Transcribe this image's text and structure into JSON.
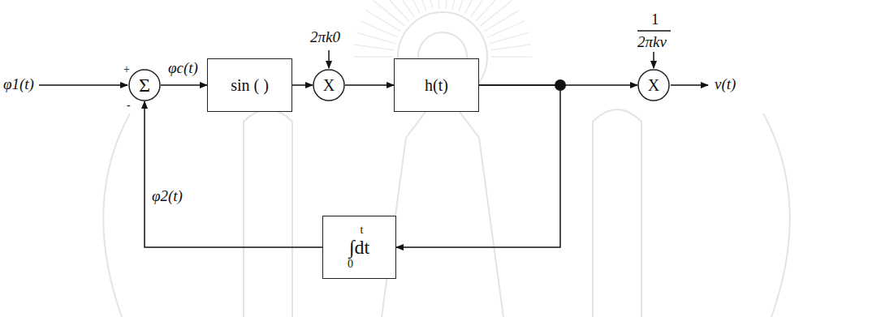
{
  "diagram": {
    "nodes": [
      {
        "text": [
          "Σ"
        ]
      },
      {
        "text": [
          "sin ( )"
        ]
      },
      {
        "text": [
          "X"
        ]
      },
      {
        "text": [
          "h(t)"
        ]
      },
      {
        "text": [
          "X"
        ]
      },
      {
        "text": [
          "t",
          "∫dt",
          "0"
        ]
      }
    ],
    "edges": [
      {
        "from": 0,
        "to": 1,
        "arrow": "to"
      },
      {
        "from": 1,
        "to": 2,
        "arrow": "to"
      },
      {
        "from": 2,
        "to": 3,
        "arrow": "to"
      },
      {
        "from": 3,
        "to": 4,
        "arrow": "to"
      },
      {
        "from": 3,
        "to": 5,
        "arrow": "to"
      },
      {
        "from": 5,
        "to": 0,
        "arrow": "to"
      }
    ],
    "labels": [
      "φ1(t)",
      "+",
      "-",
      "φc(t)",
      "2πk0",
      "1",
      "2πkv",
      "φ2(t)",
      "v(t)"
    ]
  }
}
